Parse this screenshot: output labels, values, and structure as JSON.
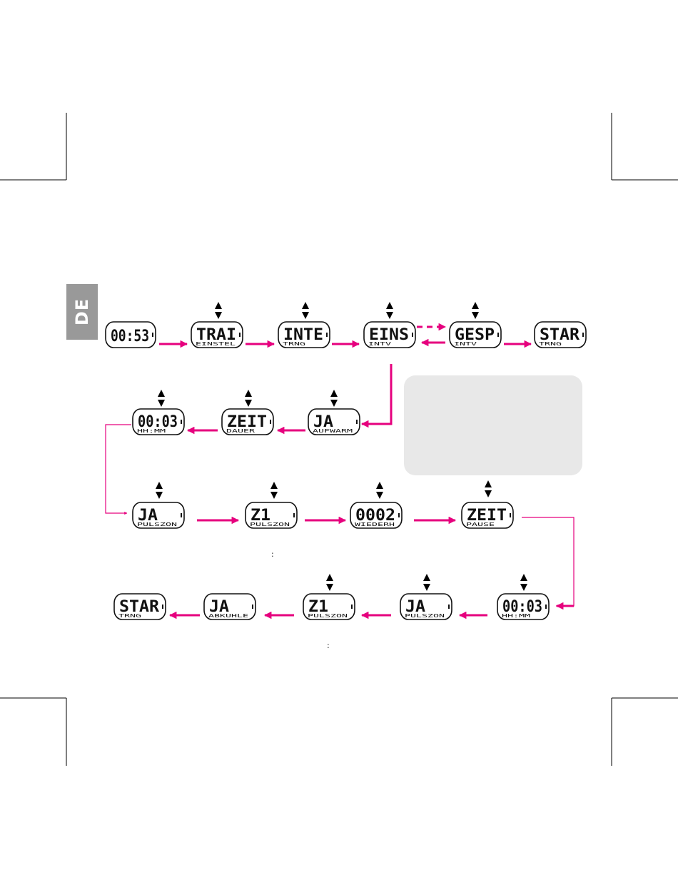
{
  "language_tab": "DE",
  "colors": {
    "arrow": "#e6007e",
    "tab_bg": "#999999",
    "info_box_bg": "#e8e8e8",
    "screen_stroke": "#111111"
  },
  "screens": {
    "time": {
      "main": "00:53",
      "sub": ""
    },
    "train": {
      "main": "TRAI",
      "sub": "EINSTEL"
    },
    "inte": {
      "main": "INTE",
      "sub": "TRNG"
    },
    "eins": {
      "main": "EINS",
      "sub": "INTV"
    },
    "gesp": {
      "main": "GESP",
      "sub": "INTV"
    },
    "star1": {
      "main": "STAR",
      "sub": "TRNG"
    },
    "ja_aufwarm": {
      "main": "JA",
      "sub": "AUFWARM"
    },
    "zeit_dauer": {
      "main": "ZEIT",
      "sub": "DAUER"
    },
    "time_hhmm1": {
      "main": "00:03",
      "sub": "HH:MM"
    },
    "ja_pulszon1": {
      "main": "JA",
      "sub": "PULSZON"
    },
    "z1_pulszon1": {
      "main": "Z1",
      "sub": "PULSZON"
    },
    "wiederh": {
      "main": "0002",
      "sub": "WIEDERH"
    },
    "zeit_pause": {
      "main": "ZEIT",
      "sub": "PAUSE"
    },
    "time_hhmm2": {
      "main": "00:03",
      "sub": "HH:MM"
    },
    "ja_pulszon2": {
      "main": "JA",
      "sub": "PULSZON"
    },
    "z1_pulszon2": {
      "main": "Z1",
      "sub": "PULSZON"
    },
    "ja_abkuhle": {
      "main": "JA",
      "sub": "ABKUHLE"
    },
    "star2": {
      "main": "STAR",
      "sub": "TRNG"
    }
  },
  "notes": {
    "colon1": ":",
    "colon2": ":"
  }
}
